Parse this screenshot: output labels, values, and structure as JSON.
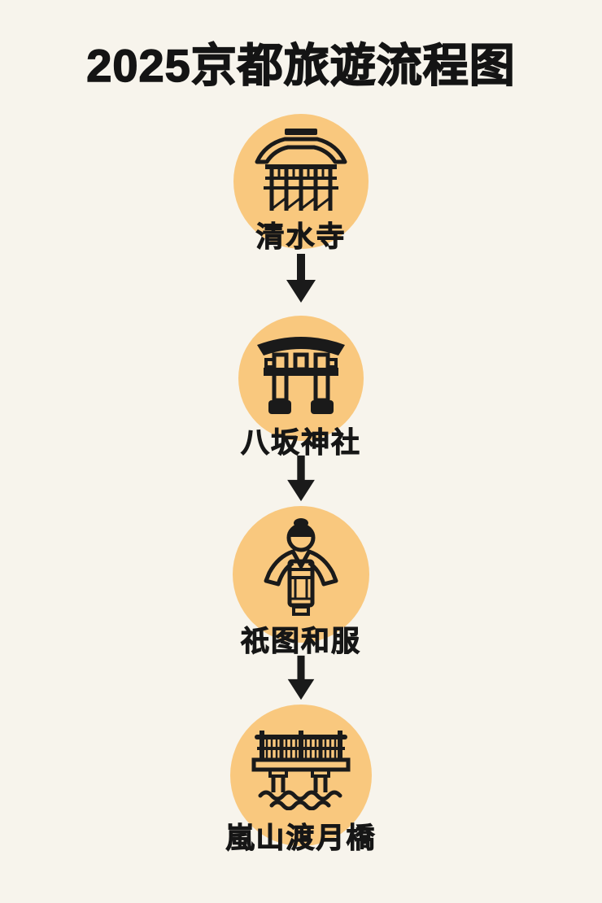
{
  "page": {
    "title": "2025京都旅遊流程图",
    "background_color": "#F7F4EC",
    "circle_color": "#F9C87E",
    "ink_color": "#1A1A1A"
  },
  "steps": [
    {
      "label": "清水寺",
      "icon": "temple-icon"
    },
    {
      "label": "八坂神社",
      "icon": "torii-gate-icon"
    },
    {
      "label": "祇图和服",
      "icon": "kimono-icon"
    },
    {
      "label": "嵐山渡月橋",
      "icon": "bridge-icon"
    }
  ],
  "connectors": [
    {
      "type": "arrow-down"
    },
    {
      "type": "arrow-down"
    },
    {
      "type": "arrow-down"
    }
  ]
}
